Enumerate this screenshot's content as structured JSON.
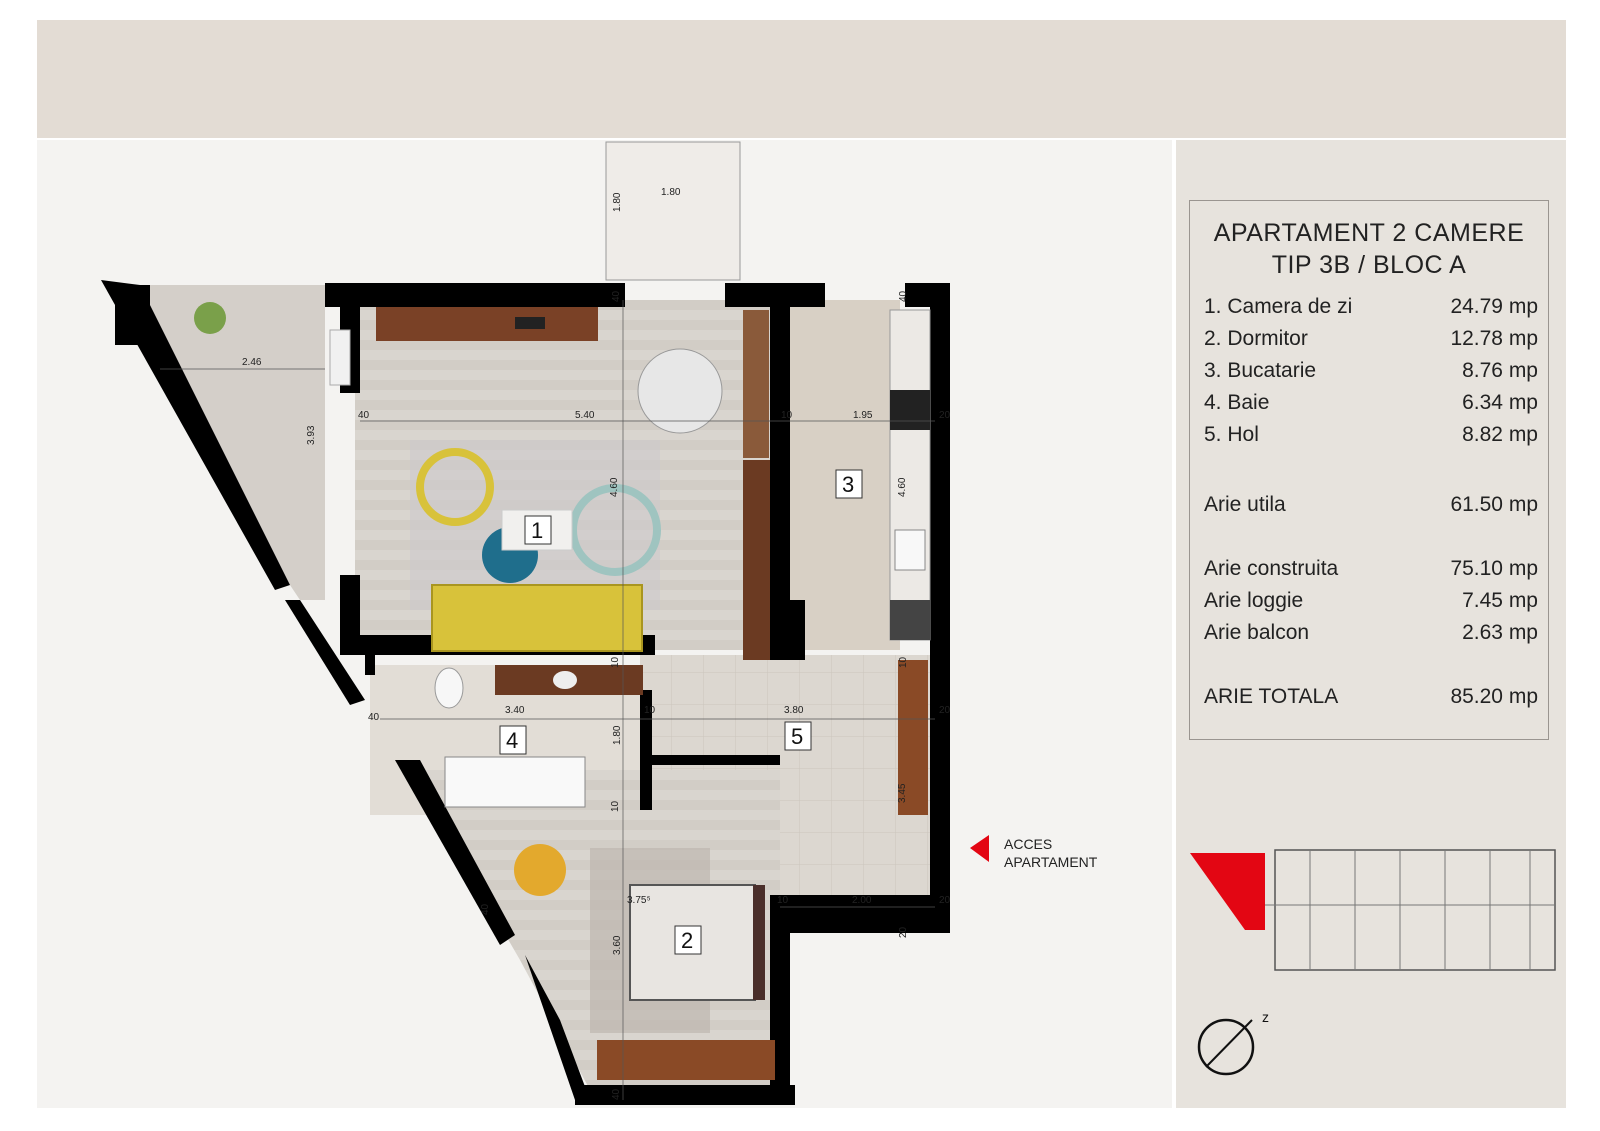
{
  "title": {
    "line1": "APARTAMENT 2 CAMERE",
    "line2": "TIP 3B / BLOC A"
  },
  "rooms": [
    {
      "label": "1. Camera de zi",
      "area": "24.79 mp"
    },
    {
      "label": "2. Dormitor",
      "area": "12.78 mp"
    },
    {
      "label": "3. Bucatarie",
      "area": "8.76 mp"
    },
    {
      "label": "4. Baie",
      "area": "6.34 mp"
    },
    {
      "label": "5. Hol",
      "area": "8.82 mp"
    }
  ],
  "totals": {
    "utila": {
      "label": "Arie utila",
      "area": "61.50 mp"
    },
    "construita": {
      "label": "Arie construita",
      "area": "75.10 mp"
    },
    "loggie": {
      "label": "Arie loggie",
      "area": "7.45 mp"
    },
    "balcon": {
      "label": "Arie balcon",
      "area": "2.63 mp"
    },
    "totala": {
      "label": "ARIE TOTALA",
      "area": "85.20 mp"
    }
  },
  "plan": {
    "room_numbers": [
      "1",
      "2",
      "3",
      "4",
      "5"
    ],
    "dimensions": {
      "balcony_width": "1.80",
      "balcony_depth": "1.80",
      "loggia_width": "2.46",
      "loggia_depth": "3.93",
      "living_width": "5.40",
      "living_depth": "4.60",
      "kitchen_width": "1.95",
      "kitchen_depth": "4.60",
      "bath_width": "3.40",
      "bath_depth": "1.80",
      "hall_width": "3.80",
      "hall_depth": "3.45",
      "hall_entry_width": "2.00",
      "bedroom_width": "3.75⁵",
      "bedroom_depth": "3.60",
      "wall_40": "40",
      "wall_20": "20",
      "wall_10": "10"
    },
    "entrance_label_line1": "ACCES",
    "entrance_label_line2": "APARTAMENT"
  },
  "colors": {
    "highlight": "#e30613",
    "wall": "#000000",
    "sofa": "#d8c23a",
    "wood": "#6b3a22"
  }
}
